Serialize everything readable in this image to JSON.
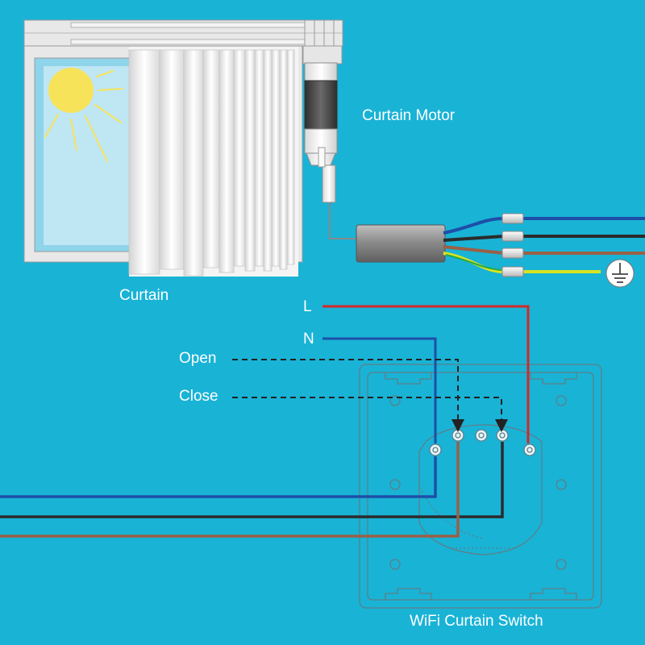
{
  "labels": {
    "curtain_motor": "Curtain Motor",
    "curtain": "Curtain",
    "live": "L",
    "neutral": "N",
    "open": "Open",
    "close": "Close",
    "switch": "WiFi Curtain Switch"
  },
  "colors": {
    "background": "#19b3d6",
    "live_wire": "#d22a2a",
    "neutral_wire": "#1d4fa8",
    "brown_wire": "#9a6046",
    "black_wire": "#2b2b2b",
    "earth_wire": "#d8e420",
    "sun": "#f7e35a"
  },
  "icons": {
    "earth": "ground-symbol-icon",
    "sun": "sun-icon"
  }
}
